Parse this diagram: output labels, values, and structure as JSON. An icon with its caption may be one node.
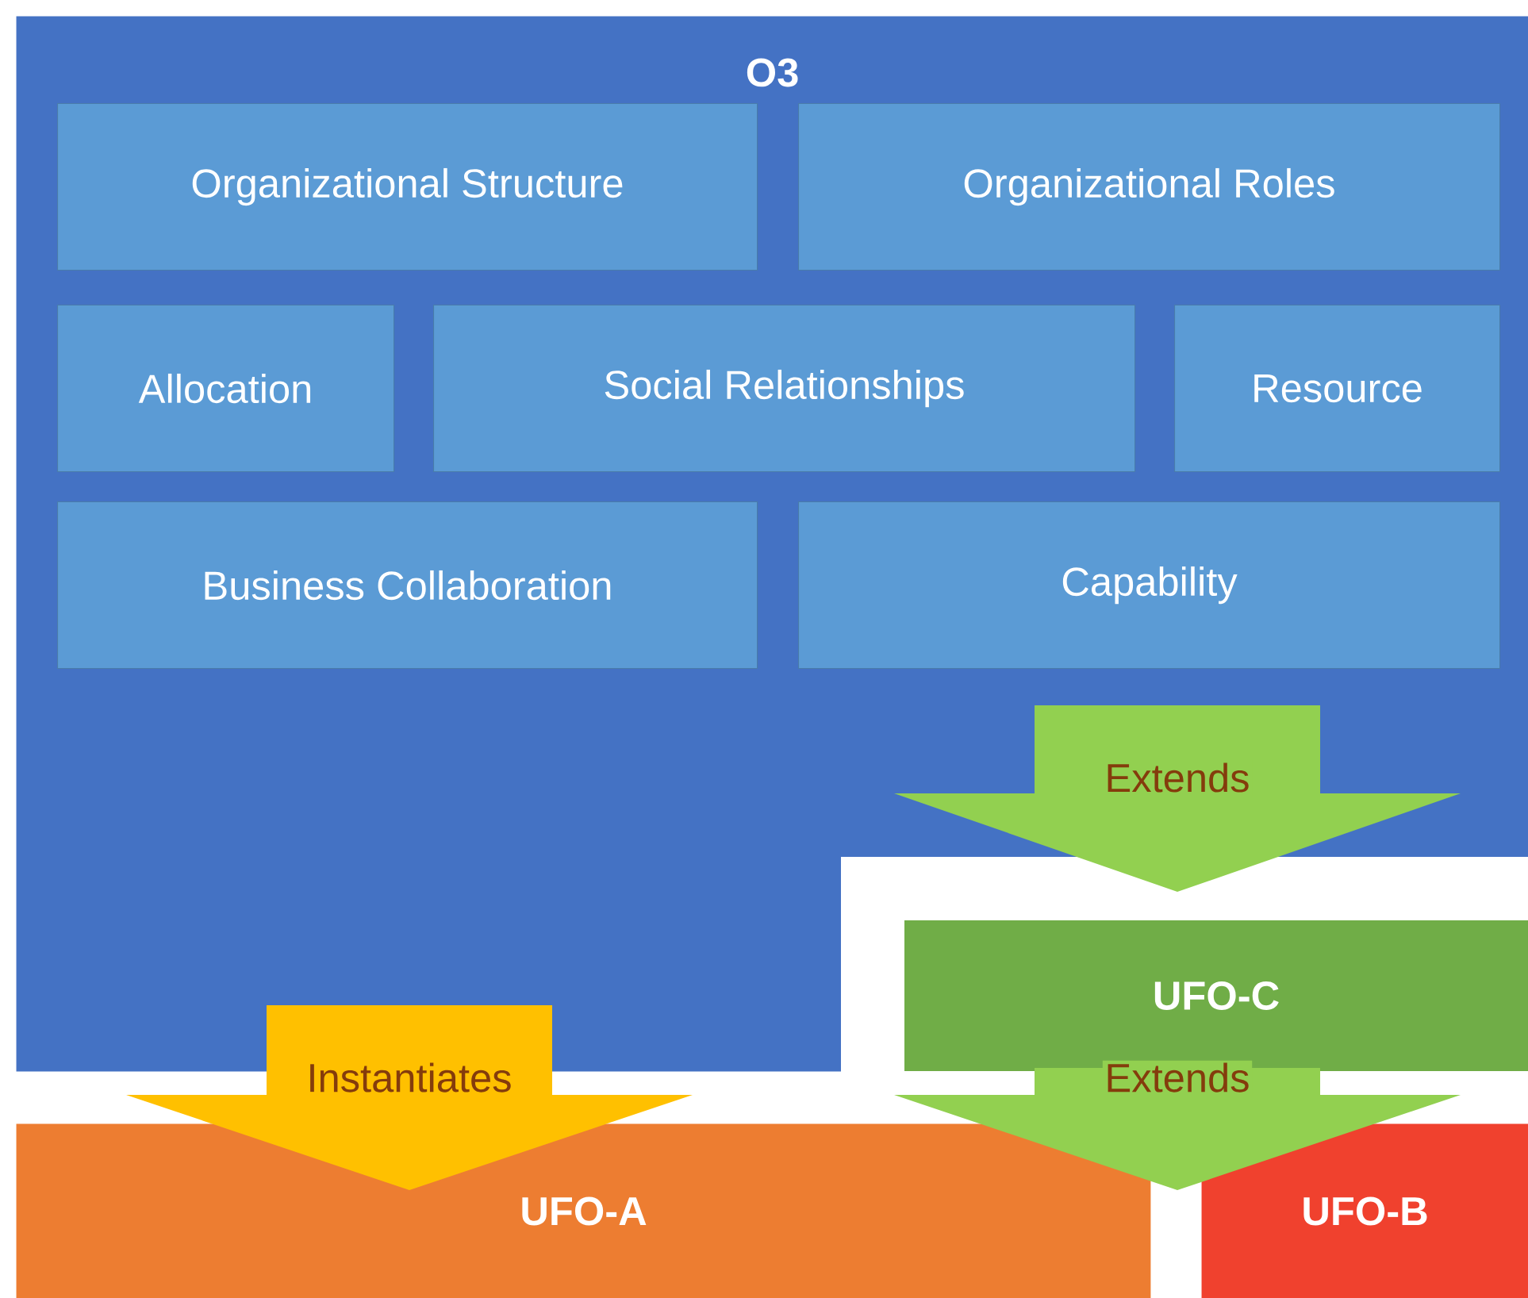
{
  "diagram": {
    "nodes": [
      {
        "text": [
          "O3"
        ]
      },
      {
        "text": [
          "Organizational Structure"
        ],
        "in": 0
      },
      {
        "text": [
          "Organizational Roles"
        ],
        "in": 0
      },
      {
        "text": [
          "Allocation"
        ],
        "in": 0
      },
      {
        "text": [
          "Social Relationships"
        ],
        "in": 0
      },
      {
        "text": [
          "Resource"
        ],
        "in": 0
      },
      {
        "text": [
          "Business Collaboration"
        ],
        "in": 0
      },
      {
        "text": [
          "Capability"
        ],
        "in": 0
      },
      {
        "text": [
          "UFO-C"
        ]
      },
      {
        "text": [
          "UFO-A"
        ]
      },
      {
        "text": [
          "UFO-B"
        ]
      }
    ],
    "edges": [
      {
        "from": 0,
        "to": 8,
        "arrow": "to",
        "label": "Extends",
        "color": "#92d050"
      },
      {
        "from": 8,
        "to": 10,
        "arrow": "to",
        "label": "Extends",
        "color": "#92d050"
      },
      {
        "from": 0,
        "to": 9,
        "arrow": "to",
        "label": "Instantiates",
        "color": "#ffc000"
      }
    ]
  }
}
